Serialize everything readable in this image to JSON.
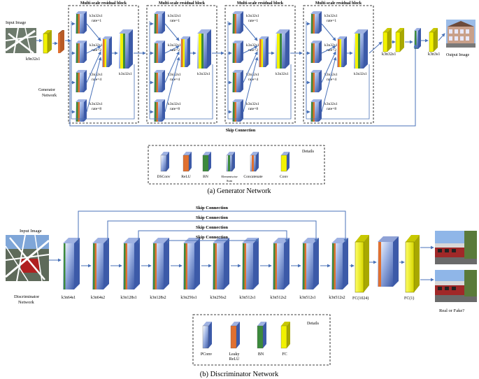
{
  "generator": {
    "input_label": "Input Image",
    "first_conv_label": "k9n32s1",
    "network_label_line1": "Generator",
    "network_label_line2": "Network",
    "block_title": "Multi-scale residual block",
    "branch_label": "k3n32s1",
    "rates": [
      "rate=1",
      "rate=2",
      "rate=4",
      "rate=8"
    ],
    "merge_label": "k3n32s1",
    "post_conv1_label": "k3n32s1",
    "post_conv2_label": "k3n3s1",
    "output_label": "Output Image",
    "skip_label": "Skip Connection",
    "caption": "(a) Generator Network",
    "legend": {
      "title": "Details",
      "items": [
        {
          "label": "DSConv",
          "icon": "dsconv-icon"
        },
        {
          "label": "ReLU",
          "icon": "relu-icon"
        },
        {
          "label": "BN",
          "icon": "bn-icon"
        },
        {
          "label": "Elementwise Sum",
          "icon": "elementwise-sum-icon"
        },
        {
          "label": "Concatenate",
          "icon": "concatenate-icon"
        },
        {
          "label": "Conv",
          "icon": "conv-icon"
        }
      ]
    }
  },
  "discriminator": {
    "input_label": "Input Image",
    "network_label_line1": "Discriminator",
    "network_label_line2": "Network",
    "layers": [
      "k3n64s1",
      "k3n64s2",
      "k3n128s1",
      "k3n128s2",
      "k3n256s1",
      "k3n256s2",
      "k3n512s1",
      "k3n512s2",
      "k3n512s1",
      "k3n512s2"
    ],
    "fc1_label": "FC(1024)",
    "fc2_label": "FC(1)",
    "output_label": "Real or Fake?",
    "skip_labels": [
      "Skip Connection",
      "Skip Connection",
      "Skip Connection",
      "Skip Connection"
    ],
    "caption": "(b) Discriminator Network",
    "legend": {
      "title": "Details",
      "items": [
        {
          "label": "PConv",
          "icon": "pconv-icon"
        },
        {
          "label": "Leaky ReLU",
          "icon": "leaky-relu-icon"
        },
        {
          "label": "BN",
          "icon": "bn-icon"
        },
        {
          "label": "FC",
          "icon": "fc-icon"
        }
      ]
    }
  },
  "colors": {
    "conv_blue": "#5f7fc8",
    "relu_orange": "#e07030",
    "bn_green": "#3c8a3c",
    "fc_yellow": "#f2f200",
    "arrow": "#4a72b8"
  }
}
